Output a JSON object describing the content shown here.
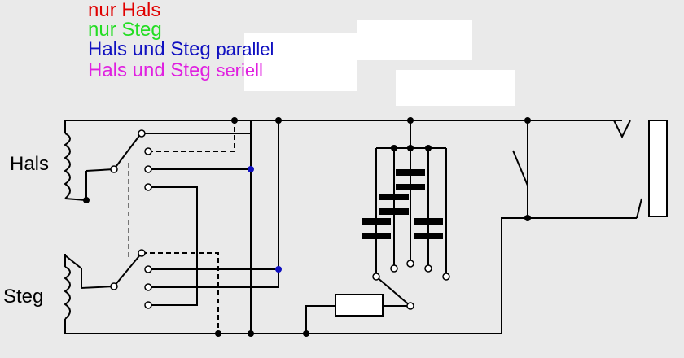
{
  "legend": [
    {
      "main": "nur Hals",
      "suffix": "",
      "color": "#e00000"
    },
    {
      "main": "nur Steg",
      "suffix": "",
      "color": "#22dd22"
    },
    {
      "main": "Hals und Steg",
      "suffix": "parallel",
      "color": "#1010c0"
    },
    {
      "main": "Hals und Steg",
      "suffix": "seriell",
      "color": "#e020e0"
    }
  ],
  "labels": {
    "neck": "Hals",
    "bridge": "Steg"
  },
  "colors": {
    "red": "#e00000",
    "green": "#22dd22",
    "blue": "#1010c0",
    "magenta": "#e020e0",
    "wire": "#000000",
    "background": "#eaeaea"
  }
}
